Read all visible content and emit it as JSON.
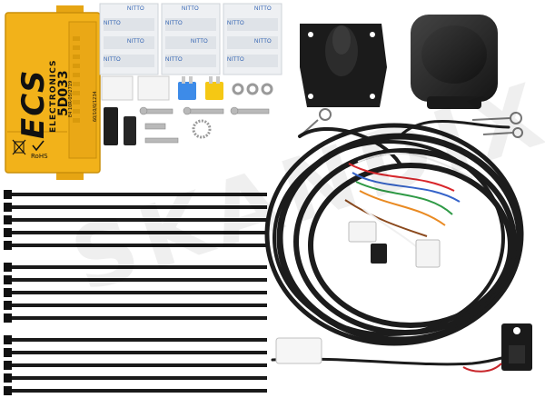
{
  "module": {
    "brand_logo": "ECS",
    "brand_text": "ELECTRONICS",
    "model": "5D033",
    "side_code": "60/10/0/1234",
    "approval": "E4 10R-05/2719",
    "rohs": "RoHS"
  },
  "tape_label": "NITTO",
  "watermark": "SKANDIX",
  "colors": {
    "module_body": "#f2b21a",
    "module_dark": "#d99a0c",
    "cable": "#1c1c1c",
    "fuse_blue": "#3d8be8",
    "fuse_yellow": "#f5c814",
    "tape_backing": "#eef0f3"
  },
  "icons": [
    "weee-bin-icon",
    "rohs-check-icon"
  ]
}
